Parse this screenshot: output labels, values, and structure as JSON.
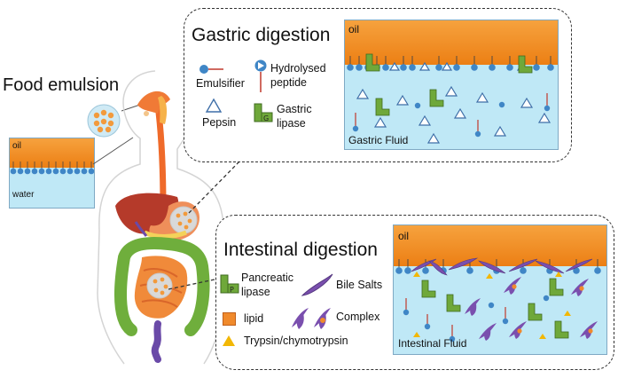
{
  "food_emulsion": {
    "title": "Food emulsion",
    "oil_label": "oil",
    "water_label": "water"
  },
  "gastric": {
    "title": "Gastric digestion",
    "tank_oil_label": "oil",
    "tank_fluid_label": "Gastric Fluid",
    "legend": {
      "emulsifier": "Emulsifier",
      "hydrolysed_peptide_line1": "Hydrolysed",
      "hydrolysed_peptide_line2": "peptide",
      "pepsin": "Pepsin",
      "gastric_lipase_line1": "Gastric",
      "gastric_lipase_line2": "lipase"
    }
  },
  "intestinal": {
    "title": "Intestinal digestion",
    "tank_oil_label": "oil",
    "tank_fluid_label": "Intestinal Fluid",
    "legend": {
      "pancreatic_lipase_line1": "Pancreatic",
      "pancreatic_lipase_line2": "lipase",
      "bile_salts": "Bile Salts",
      "lipid": "lipid",
      "complex": "Complex",
      "trypsin": "Trypsin/chymotrypsin"
    }
  },
  "colors": {
    "oil": "#f0901f",
    "fluid": "#bfe8f6",
    "emulsifier": "#3f86c6",
    "lipase": "#6fa83a",
    "bile_salt": "#7a4fae",
    "lipid": "#f08a2c",
    "trypsin": "#f2b705"
  }
}
